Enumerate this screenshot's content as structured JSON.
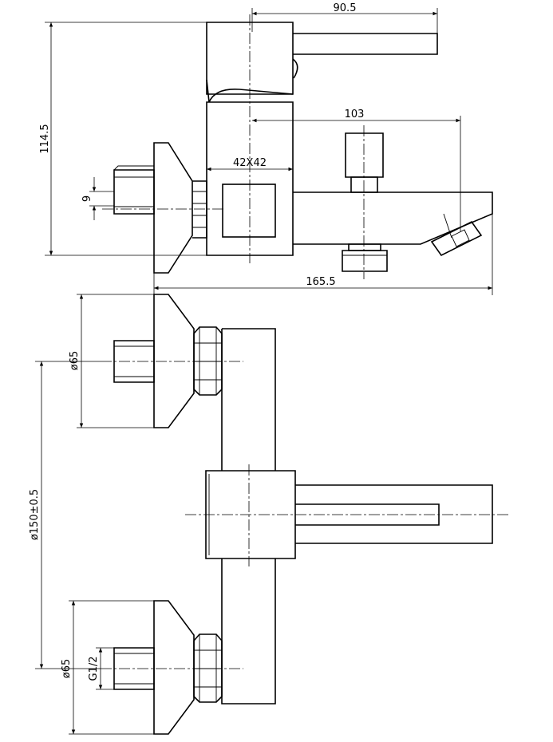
{
  "dimensions": {
    "lever_reach": "90.5",
    "body_height": "114.5",
    "spout_reach": "103",
    "body_section": "42X42",
    "thread_pitch": "9",
    "overall_length": "165.5",
    "flange_top": "ø65",
    "inlet_spacing": "ø150±0.5",
    "flange_bottom": "ø65",
    "thread_size": "G1/2"
  },
  "colors": {
    "line": "#000000",
    "background": "#ffffff"
  }
}
